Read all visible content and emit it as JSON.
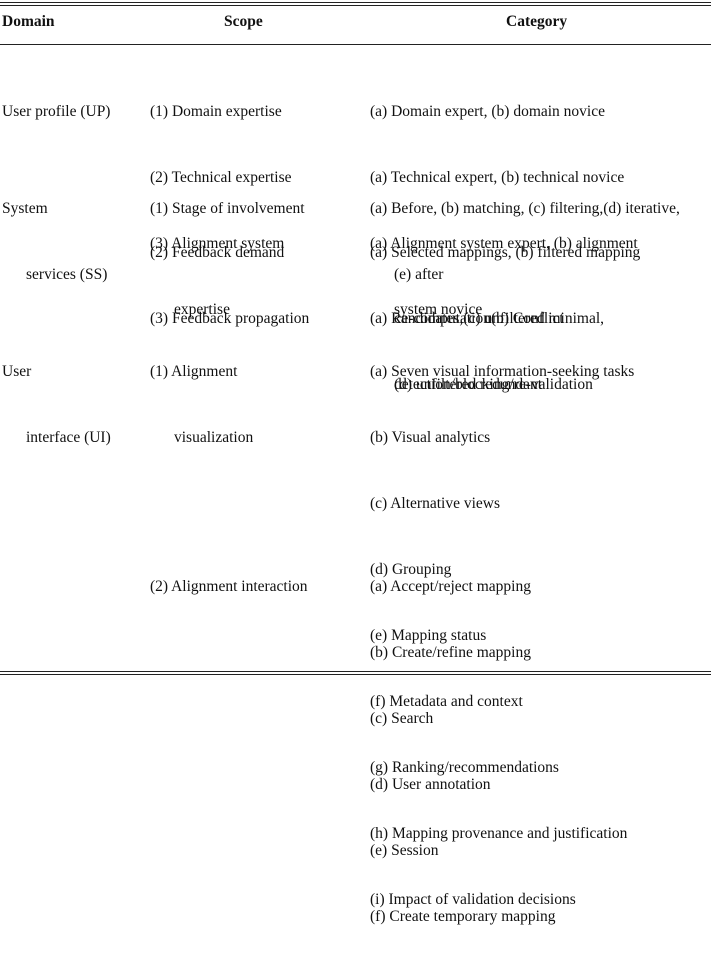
{
  "headers": {
    "domain": "Domain",
    "scope": "Scope",
    "category": "Category"
  },
  "rows": [
    {
      "domain": [
        "User profile (UP)"
      ],
      "scope": [
        "(1) Domain expertise",
        "(2) Technical expertise",
        "(3) Alignment system",
        "expertise"
      ],
      "category": [
        "(a) Domain expert, (b) domain novice",
        "(a) Technical expert, (b) technical novice",
        "(a) Alignment system expert, (b) alignment",
        "system novice"
      ]
    },
    {
      "domain": [
        "System",
        "services (SS)"
      ],
      "scope": [
        "(1) Stage of involvement"
      ],
      "category": [
        "(a) Before, (b) matching, (c) filtering,(d) iterative,",
        "(e) after"
      ]
    },
    {
      "scope": [
        "(2) Feedback demand"
      ],
      "category": [
        "(a) Selected mappings, (b) filtered mapping",
        "candidates,(c) unfiltered minimal,",
        "(d) unfiltered redundant"
      ]
    },
    {
      "scope": [
        "(3) Feedback propagation"
      ],
      "category": [
        "(a) Re-computation(b) Conflict",
        "detection/blocking/re-validation"
      ]
    },
    {
      "domain": [
        "User",
        "interface (UI)"
      ],
      "scope": [
        "(1) Alignment",
        "visualization"
      ],
      "category": [
        "(a) Seven visual information-seeking tasks",
        "(b) Visual analytics",
        "(c) Alternative views",
        "(d) Grouping",
        "(e) Mapping status",
        "(f) Metadata and context",
        "(g) Ranking/recommendations",
        "(h) Mapping provenance and justification",
        "(i) Impact of validation decisions"
      ]
    },
    {
      "scope": [
        "(2) Alignment interaction"
      ],
      "category": [
        "(a) Accept/reject mapping",
        "(b) Create/refine mapping",
        "(c) Search",
        "(d) User annotation",
        "(e) Session",
        "(f) Create temporary mapping"
      ]
    }
  ]
}
